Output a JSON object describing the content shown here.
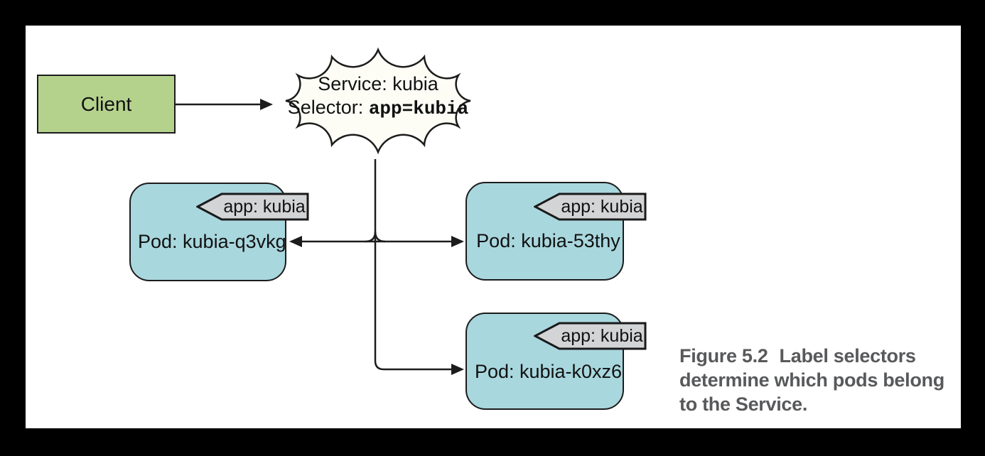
{
  "client": {
    "label": "Client"
  },
  "service_cloud": {
    "service_line": "Service: kubia",
    "selector_prefix": "Selector: ",
    "selector_value": "app=kubia"
  },
  "pods": [
    {
      "label": "Pod: kubia-q3vkg",
      "tag": "app: kubia"
    },
    {
      "label": "Pod: kubia-53thy",
      "tag": "app: kubia"
    },
    {
      "label": "Pod: kubia-k0xz6",
      "tag": "app: kubia"
    }
  ],
  "caption": {
    "figure_label": "Figure 5.2",
    "text": "Label selectors determine which pods belong to the Service."
  },
  "colors": {
    "background": "#000000",
    "canvas": "#ffffff",
    "client_fill": "#b5d28d",
    "pod_fill": "#a9d7de",
    "tag_fill": "#d2d4d5",
    "cloud_fill": "#fdfdf6",
    "line": "#1c1c1c",
    "caption_text": "#58595b"
  }
}
